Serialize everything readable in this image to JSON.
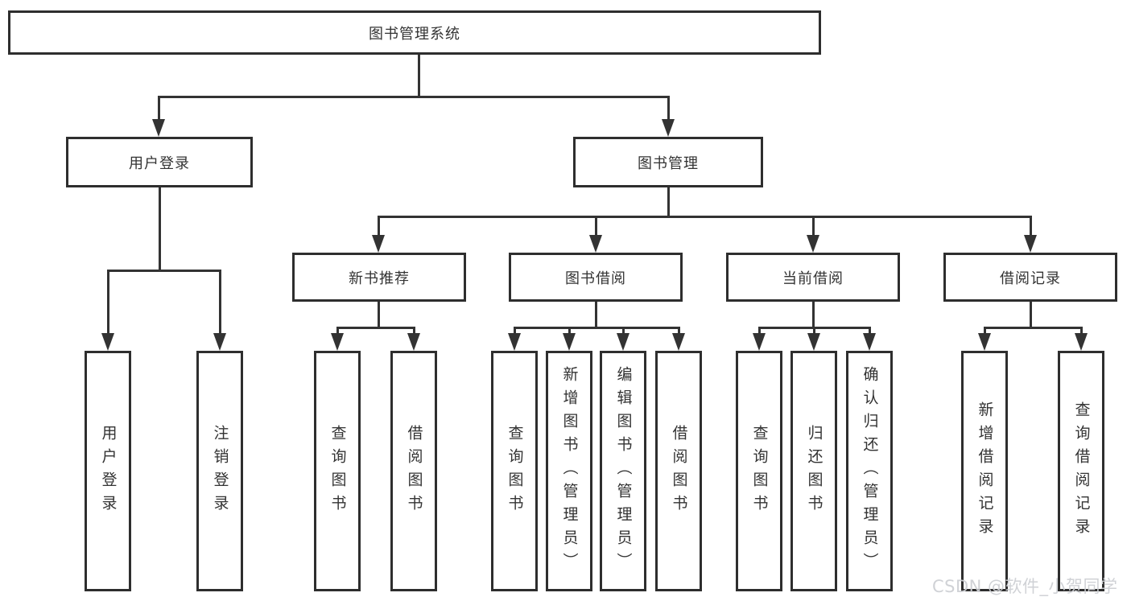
{
  "tree": {
    "root": {
      "label": "图书管理系统",
      "children": [
        {
          "label": "用户登录",
          "children": [
            {
              "label": "用户登录"
            },
            {
              "label": "注销登录"
            }
          ]
        },
        {
          "label": "图书管理",
          "children": [
            {
              "label": "新书推荐",
              "children": [
                {
                  "label": "查询图书"
                },
                {
                  "label": "借阅图书"
                }
              ]
            },
            {
              "label": "图书借阅",
              "children": [
                {
                  "label": "查询图书"
                },
                {
                  "label": "新增图书（管理员）"
                },
                {
                  "label": "编辑图书（管理员）"
                },
                {
                  "label": "借阅图书"
                }
              ]
            },
            {
              "label": "当前借阅",
              "children": [
                {
                  "label": "查询图书"
                },
                {
                  "label": "归还图书"
                },
                {
                  "label": "确认归还（管理员）"
                }
              ]
            },
            {
              "label": "借阅记录",
              "children": [
                {
                  "label": "新增借阅记录"
                },
                {
                  "label": "查询借阅记录"
                }
              ]
            }
          ]
        }
      ]
    }
  },
  "watermark": {
    "text": "CSDN @软件_小贺同学"
  },
  "colors": {
    "line": "#333333",
    "border": "#2e2e2e",
    "text": "#333333",
    "background": "#ffffff",
    "watermark": "#cdd0d4"
  }
}
